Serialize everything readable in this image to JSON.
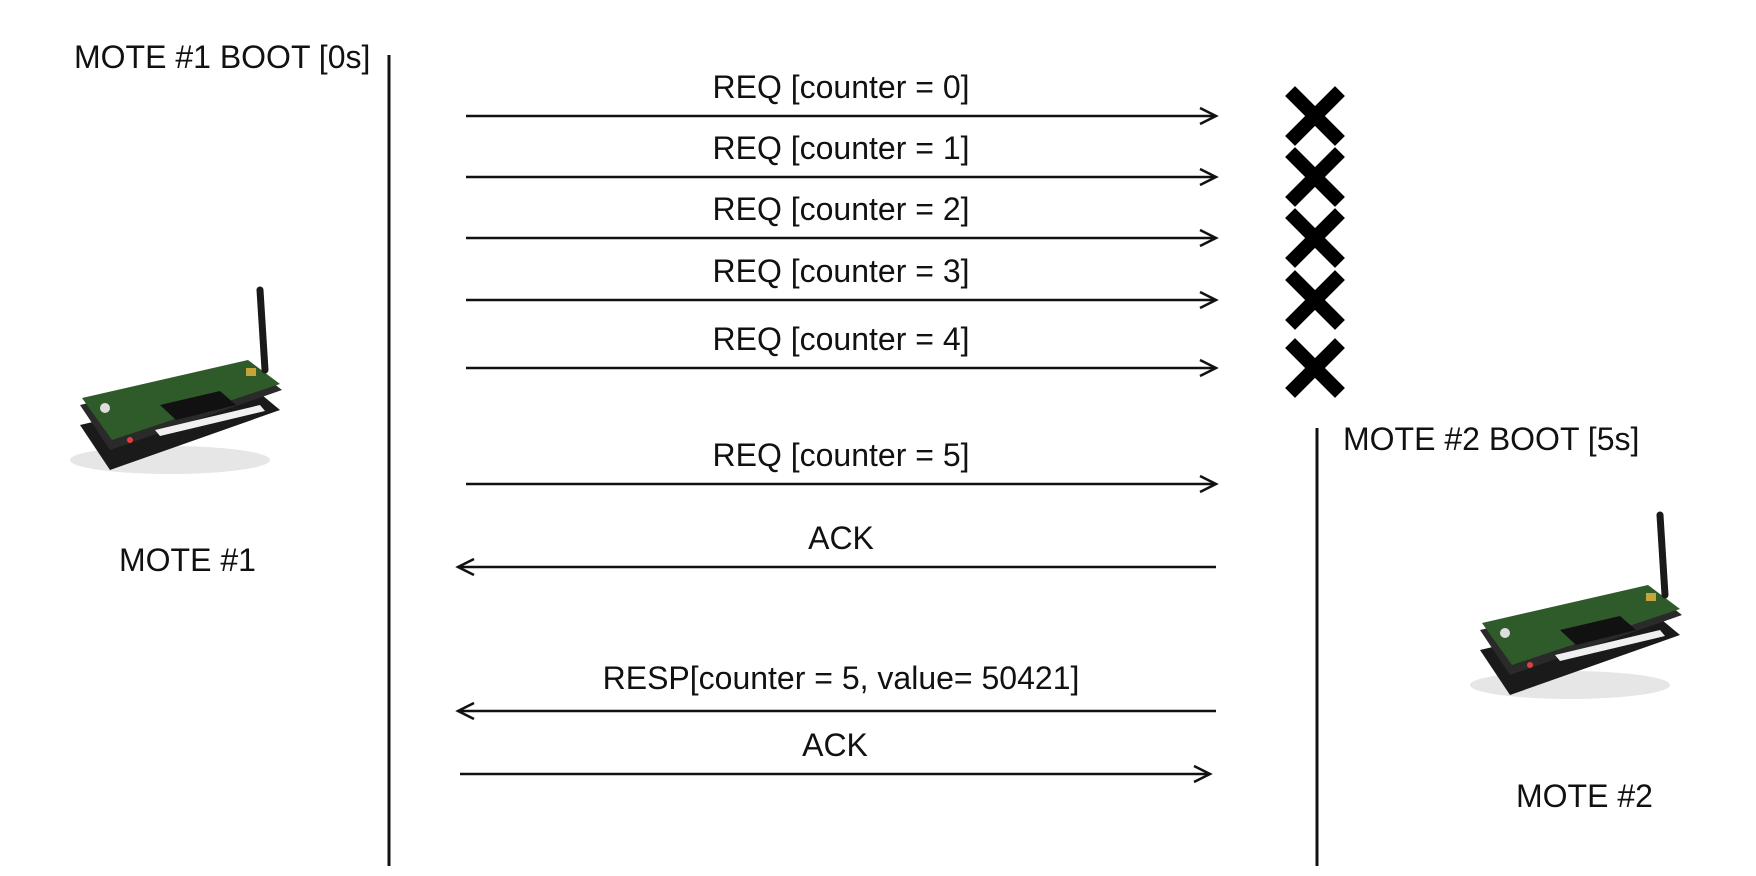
{
  "mote1": {
    "boot_label": "MOTE #1 BOOT [0s]",
    "name": "MOTE #1"
  },
  "mote2": {
    "boot_label": "MOTE #2 BOOT [5s]",
    "name": "MOTE #2"
  },
  "messages": [
    {
      "label": "REQ [counter = 0]",
      "direction": "right",
      "dropped": true
    },
    {
      "label": "REQ [counter  = 1]",
      "direction": "right",
      "dropped": true
    },
    {
      "label": "REQ [counter = 2]",
      "direction": "right",
      "dropped": true
    },
    {
      "label": "REQ [counter = 3]",
      "direction": "right",
      "dropped": true
    },
    {
      "label": "REQ [counter = 4]",
      "direction": "right",
      "dropped": true
    },
    {
      "label": "REQ [counter = 5]",
      "direction": "right",
      "dropped": false
    },
    {
      "label": "ACK",
      "direction": "left",
      "dropped": false
    },
    {
      "label": "RESP[counter = 5, value= 50421]",
      "direction": "left",
      "dropped": false
    },
    {
      "label": "ACK",
      "direction": "right",
      "dropped": false
    }
  ],
  "colors": {
    "line": "#111111",
    "drop_mark": "#000000",
    "board": "#2f5a2a",
    "case": "#1a1a1a"
  },
  "icons": {
    "drop": "x-mark-icon",
    "device": "mote-device-icon"
  }
}
